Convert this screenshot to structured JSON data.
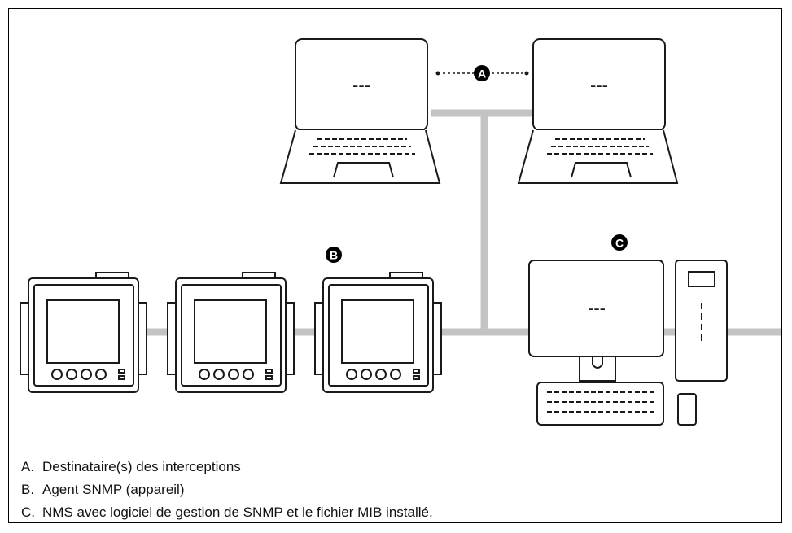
{
  "callouts": [
    {
      "letter": "A",
      "description": "Destinataire(s) des interceptions"
    },
    {
      "letter": "B",
      "description": "Agent SNMP (appareil)"
    },
    {
      "letter": "C",
      "description": "NMS avec logiciel de gestion de SNMP et le fichier MIB installé."
    }
  ],
  "legend": [
    {
      "letter": "A.",
      "text": "Destinataire(s) des interceptions"
    },
    {
      "letter": "B.",
      "text": "Agent SNMP (appareil)"
    },
    {
      "letter": "C.",
      "text": "NMS avec logiciel de gestion de SNMP et le fichier MIB installé."
    }
  ],
  "screen_text": "---",
  "colors": {
    "network_line": "#c3c3c3",
    "outline": "#1a1a1a",
    "badge": "#000000"
  }
}
